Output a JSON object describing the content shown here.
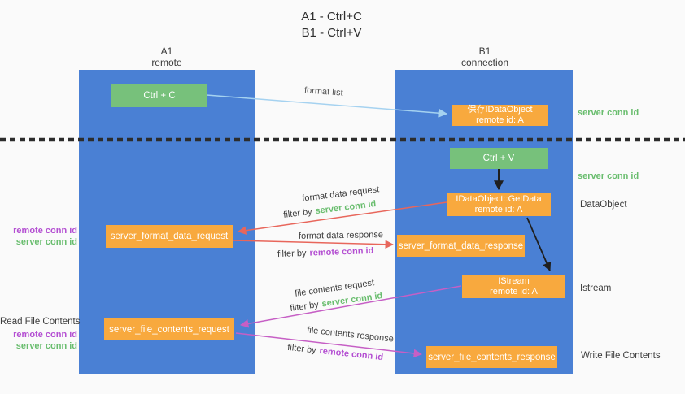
{
  "title": {
    "line1": "A1 - Ctrl+C",
    "line2": "B1 - Ctrl+V"
  },
  "columns": {
    "left": {
      "name": "A1",
      "subtitle": "remote"
    },
    "right": {
      "name": "B1",
      "subtitle": "connection"
    }
  },
  "boxes": {
    "ctrl_c": {
      "label": "Ctrl + C"
    },
    "ctrl_v": {
      "label": "Ctrl + V"
    },
    "save_dataobject": {
      "line1": "保存IDataObject",
      "line2": "remote id: A"
    },
    "getdata": {
      "line1": "IDataObject::GetData",
      "line2": "remote id: A"
    },
    "istream": {
      "line1": "IStream",
      "line2": "remote id: A"
    },
    "format_request": {
      "label": "server_format_data_request"
    },
    "format_response": {
      "label": "server_format_data_response"
    },
    "file_request": {
      "label": "server_file_contents_request"
    },
    "file_response": {
      "label": "server_file_contents_response"
    }
  },
  "arrows": {
    "format_list": {
      "label": "format list"
    },
    "format_data_request": {
      "label": "format data request",
      "filter_prefix": "filter by",
      "filter_key": "server conn id"
    },
    "format_data_response": {
      "label": "format data response",
      "filter_prefix": "filter by",
      "filter_key": "remote conn id"
    },
    "file_contents_request": {
      "label": "file contents request",
      "filter_prefix": "filter by",
      "filter_key": "server conn id"
    },
    "file_contents_response": {
      "label": "file contents response",
      "filter_prefix": "filter by",
      "filter_key": "remote conn id"
    }
  },
  "side_labels": {
    "right_server_conn_top": "server conn id",
    "right_server_conn_mid": "server conn id",
    "dataobject": "DataObject",
    "istream": "Istream",
    "write_file": "Write File Contents",
    "left_remote_conn_top": "remote conn id",
    "left_server_conn_top": "server conn id",
    "read_file": "Read File Contents",
    "left_remote_conn_bottom": "remote conn id",
    "left_server_conn_bottom": "server conn id"
  },
  "colors": {
    "background": "#fafafa",
    "lane_blue": "#4a80d4",
    "box_green": "#77c17b",
    "box_orange": "#f8a93e",
    "text_green": "#69bd6e",
    "text_purple": "#b44fd2",
    "arrow_lightblue": "#a5d2f0",
    "arrow_red": "#e8665b",
    "arrow_magenta": "#c65fc5",
    "arrow_black": "#1f1f1f"
  }
}
